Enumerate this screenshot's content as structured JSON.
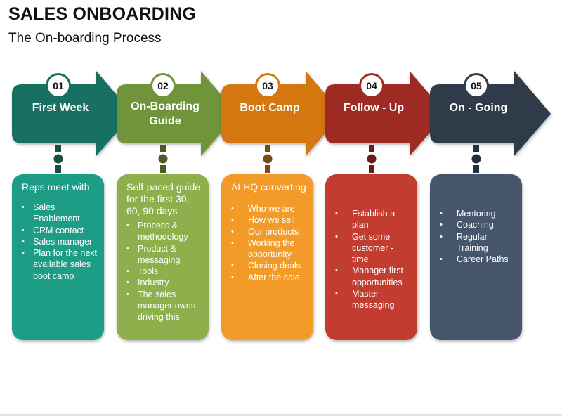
{
  "title": "SALES ONBOARDING",
  "subtitle": "The On-boarding Process",
  "steps": [
    {
      "number": "01",
      "label": "First Week",
      "arrow_color": "#177061",
      "card_color": "#1e9d86",
      "dot_color": "#1b4d45",
      "heading": "Reps meet with",
      "items": [
        "Sales Enablement",
        "CRM contact",
        "Sales manager",
        "Plan for the next available sales boot camp"
      ]
    },
    {
      "number": "02",
      "label": "On-Boarding Guide",
      "arrow_color": "#6f943a",
      "card_color": "#8eb04c",
      "dot_color": "#4d5a26",
      "heading": "Self-paced guide for the first 30, 60, 90 days",
      "items": [
        "Process & methodology",
        "Product & messaging",
        "Tools",
        "Industry",
        "The sales manager owns driving this"
      ]
    },
    {
      "number": "03",
      "label": "Boot Camp",
      "arrow_color": "#d5770f",
      "card_color": "#f39b28",
      "dot_color": "#7a4a16",
      "heading": "At HQ converting",
      "items": [
        "Who we are",
        "How we sell",
        "Our products",
        "Working the opportunity",
        "Closing deals",
        "After the sale"
      ]
    },
    {
      "number": "04",
      "label": "Follow - Up",
      "arrow_color": "#9d2b23",
      "card_color": "#c33c30",
      "dot_color": "#6a1e1a",
      "heading": "",
      "items": [
        "Establish a plan",
        "Get some customer - time",
        "Manager first opportunities",
        "Master messaging"
      ]
    },
    {
      "number": "05",
      "label": "On - Going",
      "arrow_color": "#2f3b48",
      "card_color": "#45556b",
      "dot_color": "#22303c",
      "heading": "",
      "items": [
        "Mentoring",
        "Coaching",
        "Regular Training",
        "Career  Paths"
      ]
    }
  ]
}
